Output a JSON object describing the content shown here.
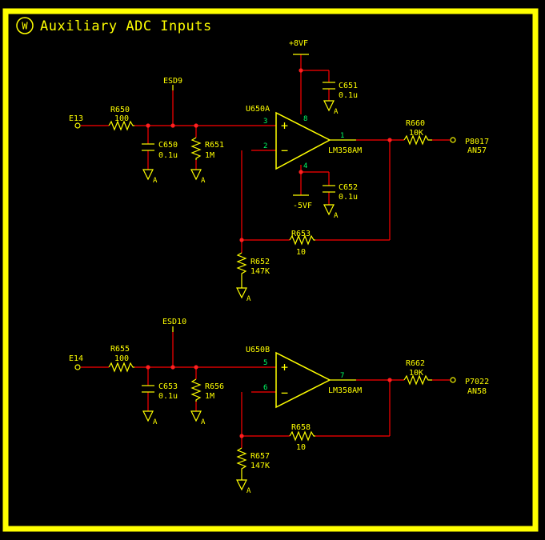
{
  "title": {
    "badge": "W",
    "text": "Auxiliary ADC Inputs"
  },
  "colors": {
    "background": "#000000",
    "frame": "#ffff00",
    "wire": "#ff0000",
    "component": "#ffff00",
    "label": "#ffff00",
    "pin_number": "#00ff66",
    "junction": "#ff2020"
  },
  "circuit_a": {
    "input_port": "E13",
    "r_in_ref": "R650",
    "r_in_val": "100",
    "esd": "ESD9",
    "c_in_ref": "C650",
    "c_in_val": "0.1u",
    "r_shunt_ref": "R651",
    "r_shunt_val": "1M",
    "opamp_ref": "U650A",
    "opamp_part": "LM358AM",
    "pin_noninv": "3",
    "pin_inv": "2",
    "pin_out": "1",
    "pin_vplus": "8",
    "pin_vminus": "4",
    "supply_pos": "+8VF",
    "supply_neg": "-5VF",
    "c_pos_ref": "C651",
    "c_pos_val": "0.1u",
    "c_neg_ref": "C652",
    "c_neg_val": "0.1u",
    "r_fb_ref": "R653",
    "r_fb_val": "10",
    "r_gnd_ref": "R652",
    "r_gnd_val": "147K",
    "r_out_ref": "R660",
    "r_out_val": "10K",
    "out_port": "P8017",
    "out_net": "AN57"
  },
  "circuit_b": {
    "input_port": "E14",
    "r_in_ref": "R655",
    "r_in_val": "100",
    "esd": "ESD10",
    "c_in_ref": "C653",
    "c_in_val": "0.1u",
    "r_shunt_ref": "R656",
    "r_shunt_val": "1M",
    "opamp_ref": "U650B",
    "opamp_part": "LM358AM",
    "pin_noninv": "5",
    "pin_inv": "6",
    "pin_out": "7",
    "r_fb_ref": "R658",
    "r_fb_val": "10",
    "r_gnd_ref": "R657",
    "r_gnd_val": "147K",
    "r_out_ref": "R662",
    "r_out_val": "10K",
    "out_port": "P7022",
    "out_net": "AN58"
  },
  "ground_mark": "A"
}
